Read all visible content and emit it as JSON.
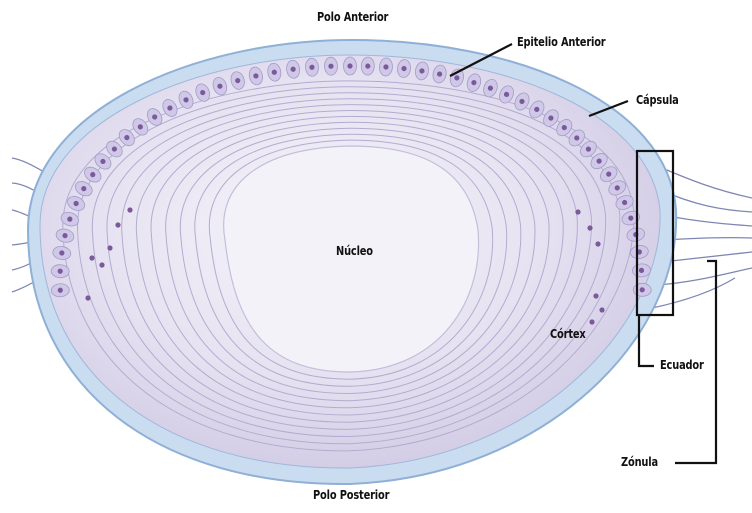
{
  "diagram": {
    "labels": {
      "polo_anterior": "Polo Anterior",
      "epitelio_anterior": "Epitelio Anterior",
      "capsula": "Cápsula",
      "nucleo": "Núcleo",
      "cortex": "Córtex",
      "ecuador": "Ecuador",
      "zonula": "Zónula",
      "polo_posterior": "Polo Posterior"
    },
    "colors": {
      "capsule": "#c9dcef",
      "capsule_edge": "#8fb0d6",
      "lens_fill": "#e7e3f1",
      "nucleus_fill": "#f3f1f8",
      "fiber_line": "#b3acd0",
      "cell": "#cfc8e6",
      "cell_nucleus": "#7b5a9c",
      "zonule": "#7f86b4"
    }
  }
}
